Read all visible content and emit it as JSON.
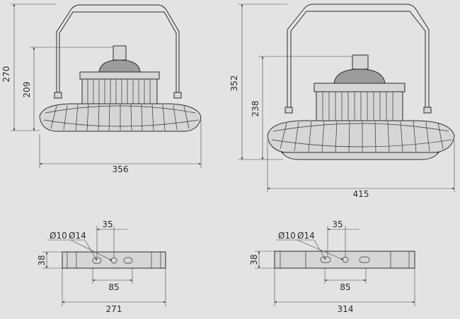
{
  "views": {
    "left_lamp": {
      "height_total": "270",
      "height_body": "209",
      "width": "356"
    },
    "right_lamp": {
      "height_total": "352",
      "height_body": "238",
      "width": "415"
    },
    "left_bracket": {
      "hole_small": "Ø10",
      "hole_large": "Ø14",
      "spacing_top": "35",
      "height": "38",
      "spacing_slots": "85",
      "length": "271"
    },
    "right_bracket": {
      "hole_small": "Ø10",
      "hole_large": "Ø14",
      "spacing_top": "35",
      "height": "38",
      "spacing_slots": "85",
      "length": "314"
    }
  }
}
